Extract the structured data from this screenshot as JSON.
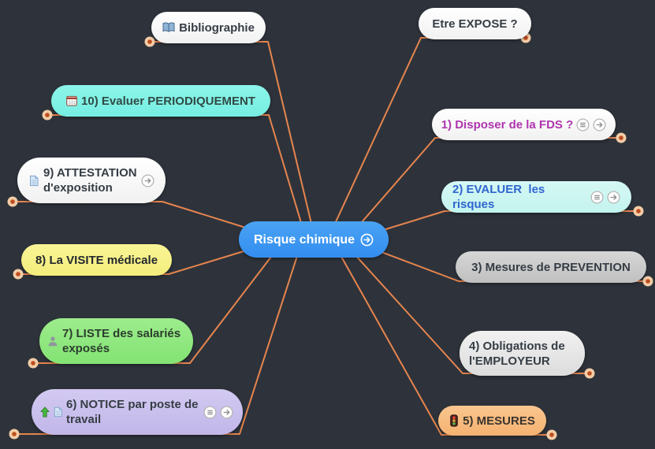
{
  "canvas": {
    "background": "#2e333b",
    "connector_color": "#e6854e",
    "endpoint_outer_color": "#f3cda7",
    "endpoint_inner_color": "#bf4d1e"
  },
  "center": {
    "label": "Risque chimique",
    "bg": "#3d9af0",
    "text_color": "#ffffff",
    "icon": "arrow-circle"
  },
  "nodes": {
    "bibliographie": {
      "label": "Bibliographie",
      "bg": "#ffffff",
      "text_color": "#363d45",
      "icon": "open-book"
    },
    "etre_expose": {
      "label": "Etre EXPOSE ?",
      "bg": "#ffffff",
      "text_color": "#363d45"
    },
    "n10": {
      "label": "10) Evaluer PERIODIQUEMENT",
      "bg": "#83f1e6",
      "text_color": "#314a46",
      "icon": "calendar"
    },
    "n1": {
      "label": "1) Disposer de la FDS ?",
      "bg": "#ffffff",
      "text_color": "#ae35ae",
      "trailing_icons": [
        "notes",
        "link-arrow"
      ]
    },
    "n9": {
      "label": "9) ATTESTATION d'exposition",
      "bg": "#ffffff",
      "text_color": "#363d45",
      "icon": "document",
      "trailing_icons": [
        "link-arrow"
      ]
    },
    "n2": {
      "label": "2) EVALUER  les risques",
      "bg": "#cdf5f0",
      "text_color": "#2f66d0",
      "trailing_icons": [
        "notes",
        "link-arrow"
      ]
    },
    "n8": {
      "label": "8) La VISITE médicale",
      "bg": "#f8f48b",
      "text_color": "#24282e"
    },
    "n3": {
      "label": "3) Mesures de PREVENTION",
      "bg": "#c9c9c9",
      "text_color": "#363d45"
    },
    "n7": {
      "label": "7) LISTE des salariés exposés",
      "bg": "#92e981",
      "text_color": "#2c3e2e",
      "icon": "person"
    },
    "n4": {
      "label": "4) Obligations de l'EMPLOYEUR",
      "bg": "#e8e8e8",
      "text_color": "#363d45"
    },
    "n6": {
      "label": "6) NOTICE par poste de travail",
      "bg": "#cbc1ee",
      "text_color": "#363d45",
      "icons": [
        "green-up-arrow",
        "document"
      ],
      "trailing_icons": [
        "notes",
        "link-arrow"
      ]
    },
    "n5": {
      "label": "5) MESURES",
      "bg": "#f8be80",
      "text_color": "#3a332c",
      "icon": "traffic-light"
    }
  }
}
